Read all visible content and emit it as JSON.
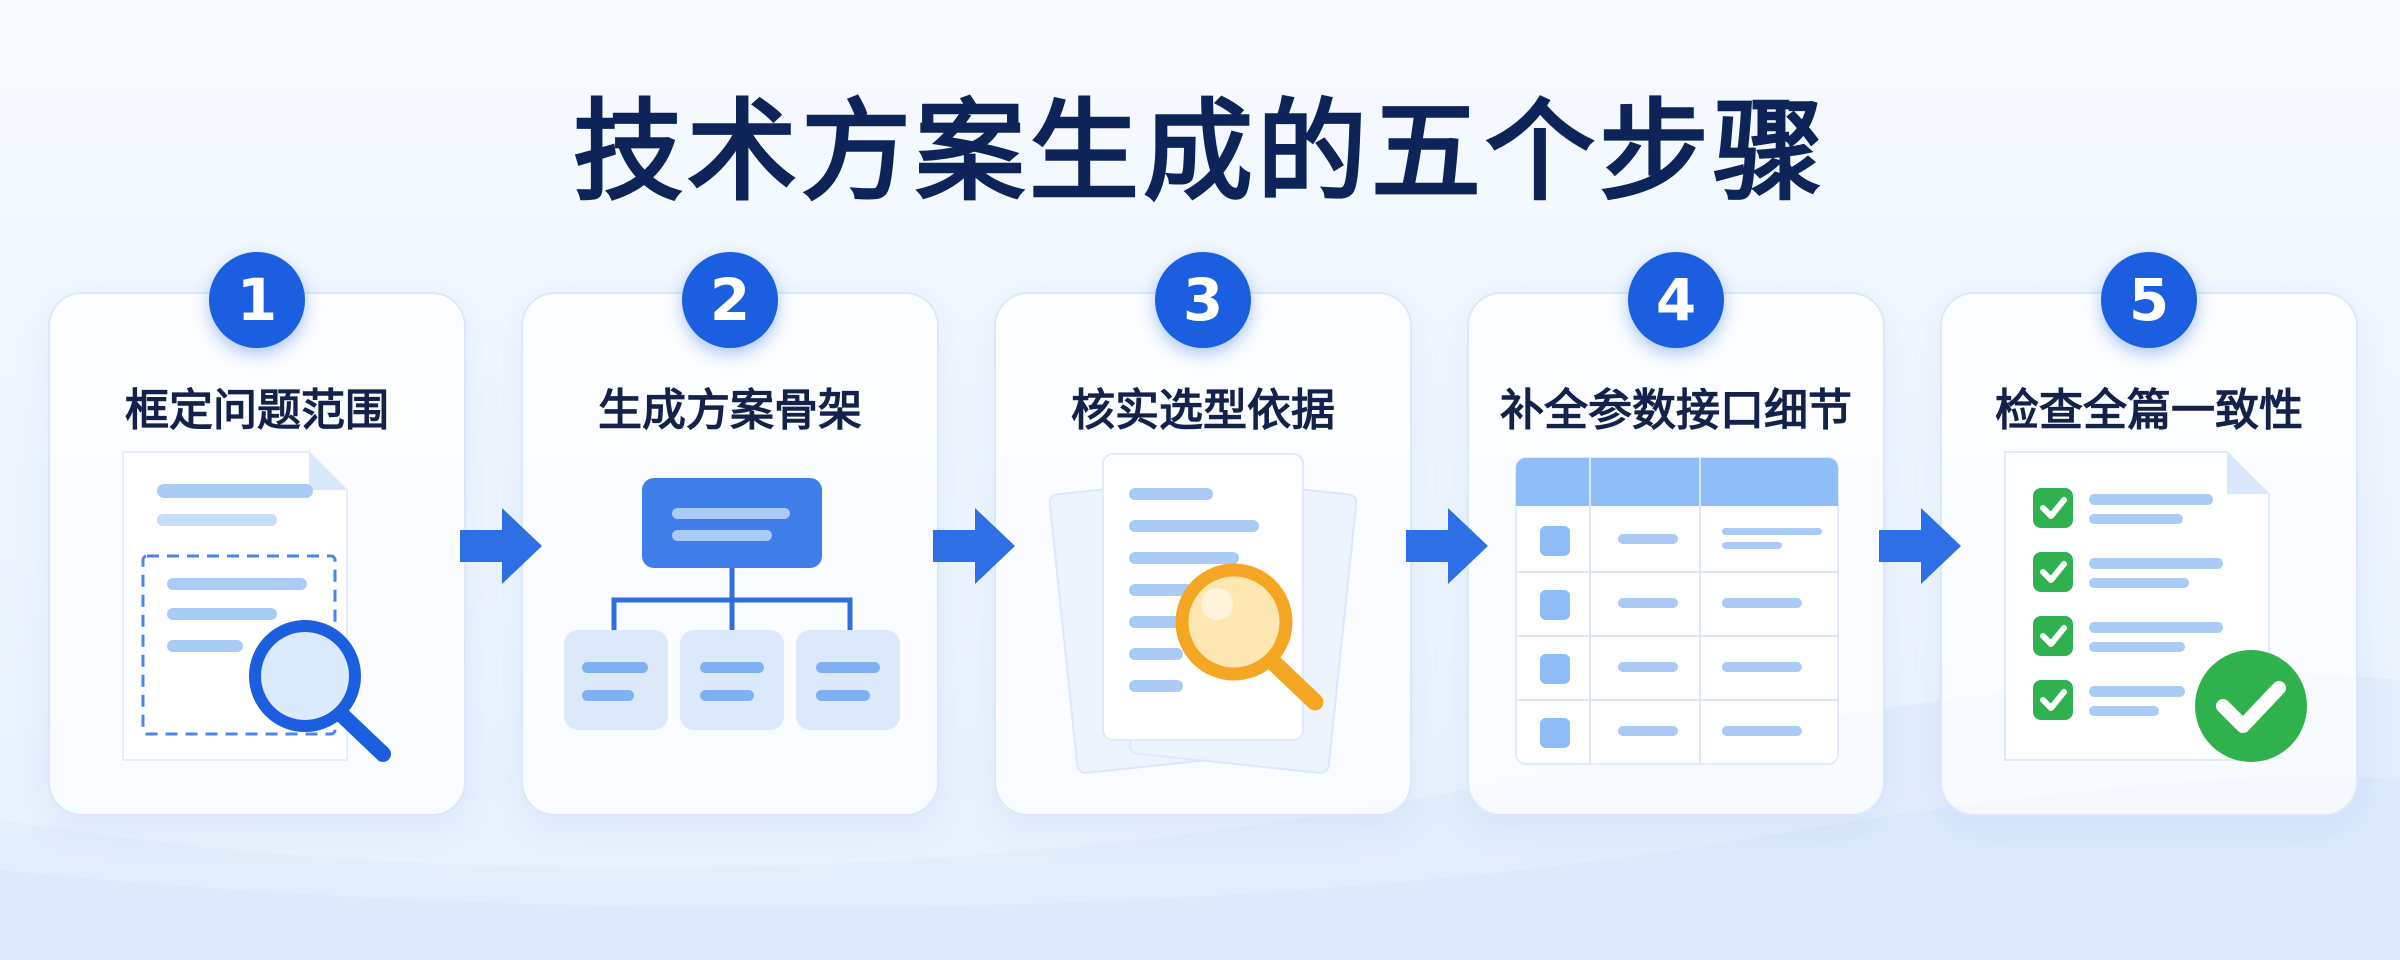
{
  "title": "技术方案生成的五个步骤",
  "steps": [
    {
      "number": "1",
      "label": "框定问题范围",
      "icon": "document-magnifier-icon"
    },
    {
      "number": "2",
      "label": "生成方案骨架",
      "icon": "hierarchy-tree-icon"
    },
    {
      "number": "3",
      "label": "核实选型依据",
      "icon": "documents-magnifier-icon"
    },
    {
      "number": "4",
      "label": "补全参数接口细节",
      "icon": "table-icon"
    },
    {
      "number": "5",
      "label": "检查全篇一致性",
      "icon": "checklist-icon"
    }
  ],
  "colors": {
    "accent": "#1b5fe0",
    "title": "#0e2459",
    "light_blue": "#8fbdf7",
    "magnifier_orange": "#f5a623",
    "check_green": "#2fb14e"
  }
}
